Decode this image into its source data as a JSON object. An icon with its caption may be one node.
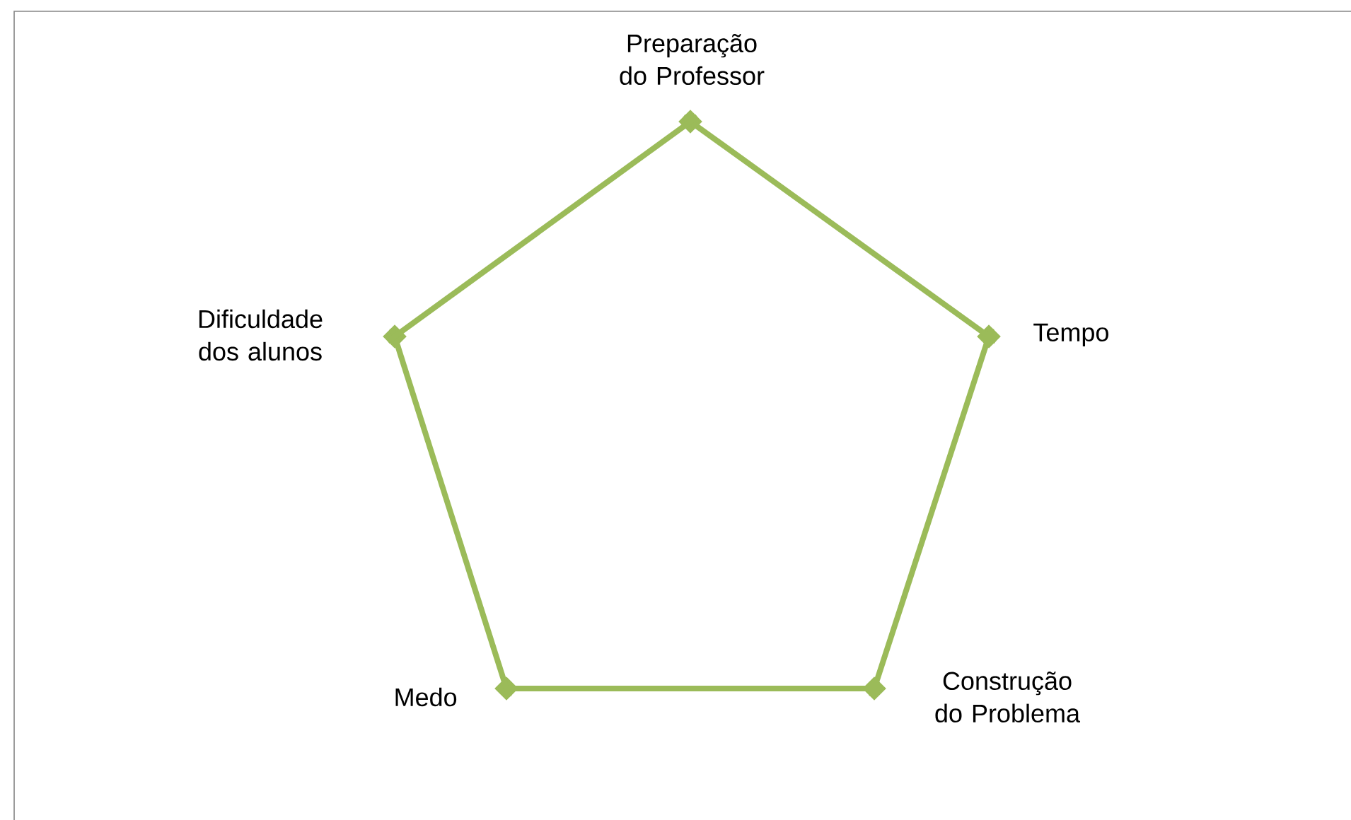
{
  "diagram": {
    "nodes": [
      {
        "text": [],
        "shape": "diamond",
        "beside": [
          "Preparação do Professor"
        ]
      },
      {
        "text": [],
        "shape": "diamond",
        "beside": [
          "Tempo"
        ]
      },
      {
        "text": [],
        "shape": "diamond",
        "beside": [
          "Construção do Problema"
        ]
      },
      {
        "text": [],
        "shape": "diamond",
        "beside": [
          "Medo"
        ]
      },
      {
        "text": [],
        "shape": "diamond",
        "beside": [
          "Dificuldade dos alunos"
        ]
      }
    ],
    "edges": [
      {
        "from": 0,
        "to": 1,
        "arrow": "none"
      },
      {
        "from": 1,
        "to": 2,
        "arrow": "none"
      },
      {
        "from": 2,
        "to": 3,
        "arrow": "none"
      },
      {
        "from": 3,
        "to": 4,
        "arrow": "none"
      },
      {
        "from": 4,
        "to": 0,
        "arrow": "none"
      }
    ]
  }
}
